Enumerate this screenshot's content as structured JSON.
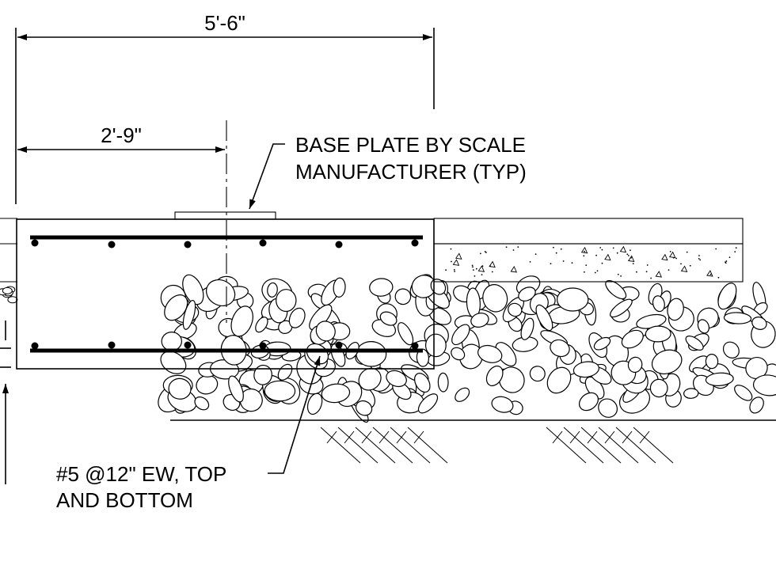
{
  "dimensions": {
    "overall": "5'-6\"",
    "half": "2'-9\""
  },
  "notes": {
    "base_plate_line1": "BASE PLATE BY SCALE",
    "base_plate_line2": "MANUFACTURER (TYP)",
    "rebar_line1": "#5 @12\" EW, TOP",
    "rebar_line2": "AND BOTTOM"
  }
}
